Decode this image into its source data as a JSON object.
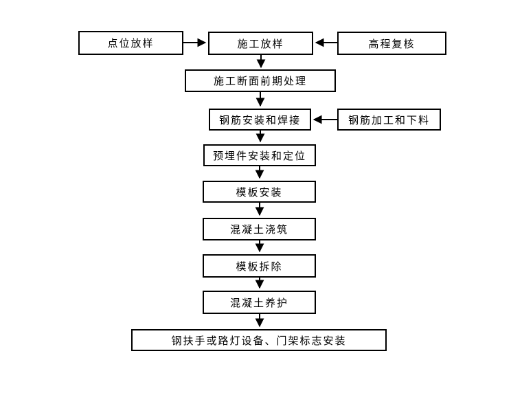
{
  "diagram": {
    "type": "flowchart",
    "colors": {
      "line": "#000000",
      "box_border": "#000000",
      "box_fill": "#ffffff",
      "background": "#ffffff",
      "text": "#000000"
    },
    "nodes": [
      {
        "id": "point-layout",
        "label": "点位放样"
      },
      {
        "id": "construction-layout",
        "label": "施工放样"
      },
      {
        "id": "elevation-recheck",
        "label": "高程复核"
      },
      {
        "id": "section-pretreat",
        "label": "施工断面前期处理"
      },
      {
        "id": "rebar-install-weld",
        "label": "钢筋安装和焊接"
      },
      {
        "id": "rebar-process-cut",
        "label": "钢筋加工和下料"
      },
      {
        "id": "embedded-parts",
        "label": "预埋件安装和定位"
      },
      {
        "id": "formwork-install",
        "label": "模板安装"
      },
      {
        "id": "concrete-pouring",
        "label": "混凝土浇筑"
      },
      {
        "id": "formwork-removal",
        "label": "模板拆除"
      },
      {
        "id": "concrete-curing",
        "label": "混凝土养护"
      },
      {
        "id": "final-install",
        "label": "钢扶手或路灯设备、门架标志安装"
      }
    ],
    "edges": [
      {
        "from": "点位放样",
        "to": "施工放样"
      },
      {
        "from": "高程复核",
        "to": "施工放样"
      },
      {
        "from": "施工放样",
        "to": "施工断面前期处理"
      },
      {
        "from": "施工断面前期处理",
        "to": "钢筋安装和焊接"
      },
      {
        "from": "钢筋加工和下料",
        "to": "钢筋安装和焊接"
      },
      {
        "from": "钢筋安装和焊接",
        "to": "预埋件安装和定位"
      },
      {
        "from": "预埋件安装和定位",
        "to": "模板安装"
      },
      {
        "from": "模板安装",
        "to": "混凝土浇筑"
      },
      {
        "from": "混凝土浇筑",
        "to": "模板拆除"
      },
      {
        "from": "模板拆除",
        "to": "混凝土养护"
      },
      {
        "from": "混凝土养护",
        "to": "钢扶手或路灯设备、门架标志安装"
      }
    ]
  }
}
